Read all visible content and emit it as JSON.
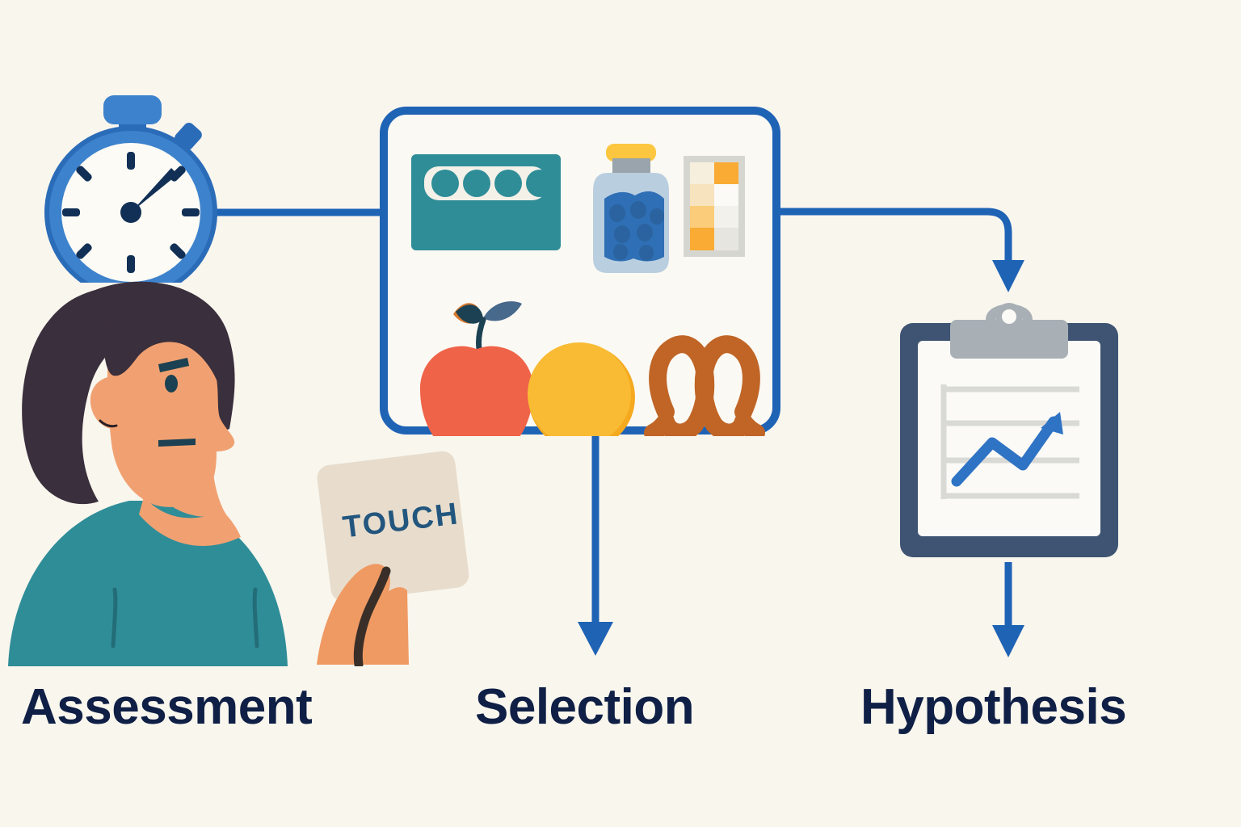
{
  "diagram": {
    "title": "",
    "background_color": "#f9f6ee",
    "accent_color": "#1f63b5",
    "label_color": "#0f1f45"
  },
  "stages": [
    {
      "id": "assessment",
      "label": "Assessment"
    },
    {
      "id": "selection",
      "label": "Selection"
    },
    {
      "id": "hypothesis",
      "label": "Hypothesis"
    }
  ],
  "assessment": {
    "stopwatch": {
      "name": "stopwatch-icon",
      "body_color": "#3d82cc",
      "ring_color": "#2b6cb8",
      "face_color": "#fcfbf6",
      "tick_color": "#123055",
      "tick_count": 8,
      "hand_direction": "upper-right"
    },
    "person": {
      "name": "clinician-figure",
      "hair_color": "#3a2f3c",
      "skin_color": "#f1a171",
      "shirt_color": "#2f8d98",
      "facing": "right"
    },
    "card": {
      "name": "stimulus-card",
      "text": "TOUCH",
      "card_color": "#e8ddcc",
      "text_color": "#23567e"
    }
  },
  "selection": {
    "panel": {
      "name": "stimulus-panel",
      "border_color": "#1f63b5",
      "fill_color": "#fbf9f3"
    },
    "items": [
      {
        "name": "pill-tray-icon",
        "label": "pill tray",
        "color": "#2f8d98"
      },
      {
        "name": "berry-jar-icon",
        "label": "berry jar",
        "color": "#2f6fb5"
      },
      {
        "name": "color-swatch-icon",
        "label": "color swatch",
        "color": "#f6a930"
      },
      {
        "name": "apple-icon",
        "label": "apple",
        "color": "#ef6348"
      },
      {
        "name": "orange-icon",
        "label": "orange",
        "color": "#f7b21f"
      },
      {
        "name": "pretzel-icon",
        "label": "pretzel",
        "color": "#c06526"
      }
    ]
  },
  "hypothesis": {
    "clipboard": {
      "name": "clipboard-icon",
      "frame_color": "#3e5472",
      "clip_color": "#a8b0b5",
      "paper_color": "#fbfaf6",
      "line_color": "#d9d9d6",
      "gridline_count": 4
    },
    "chart": {
      "name": "trend-line-chart",
      "line_color": "#2f73c4",
      "direction": "upward",
      "has_arrowhead": true
    }
  },
  "connectors": [
    {
      "name": "connector-stopwatch-to-panel",
      "from": "stopwatch",
      "to": "panel",
      "arrow": false
    },
    {
      "name": "connector-panel-to-clipboard",
      "from": "panel",
      "to": "clipboard",
      "arrow": true
    },
    {
      "name": "connector-panel-to-selection",
      "from": "panel",
      "to": "selection",
      "arrow": true
    },
    {
      "name": "connector-clipboard-to-hypothesis",
      "from": "clipboard",
      "to": "hypothesis",
      "arrow": true
    }
  ]
}
